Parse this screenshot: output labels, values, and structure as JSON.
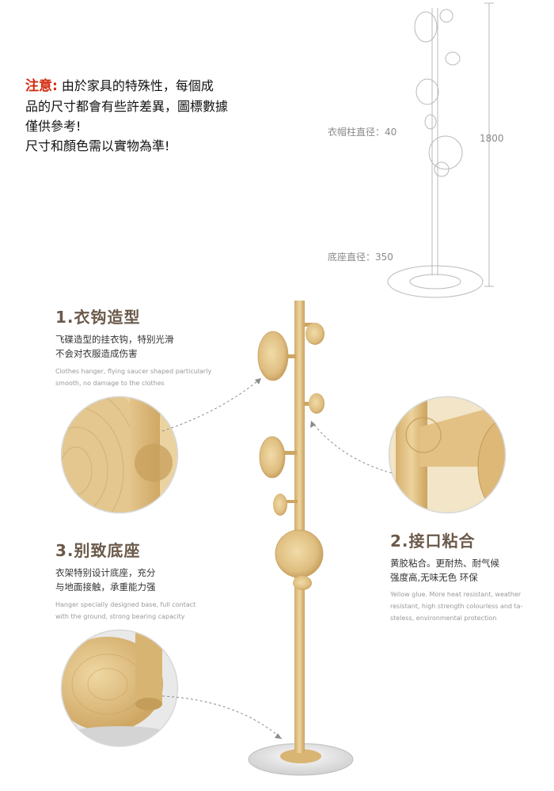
{
  "notice": {
    "lead": "注意:",
    "line1": "由於家具的特殊性，每個成",
    "line2": "品的尺寸都會有些許差異，圖標數據",
    "line3": "僅供參考!",
    "line4": "尺寸和顏色需以實物為準!"
  },
  "diagram": {
    "pole_diameter_label": "衣帽柱直径：40",
    "base_diameter_label": "底座直径：350",
    "height_label": "1800"
  },
  "features": [
    {
      "title": "1.衣钩造型",
      "cn_lines": [
        "飞碟造型的挂衣钩，特别光滑",
        "不会对衣服造成伤害"
      ],
      "en_lines": [
        "Clothes hanger, flying saucer shaped particularly",
        "smooth, no damage to the clothes"
      ]
    },
    {
      "title": "2.接口粘合",
      "cn_lines": [
        "黄胶粘合。更耐热、耐气候",
        "强度高,无味无色 环保"
      ],
      "en_lines": [
        "Yellow glue. More heat resistant, weather",
        "resistant, high  strength colourless and ta-",
        "steless, environmental protection"
      ]
    },
    {
      "title": "3.别致底座",
      "cn_lines": [
        "衣架特别设计底座，充分",
        "与地面接触，承重能力强"
      ],
      "en_lines": [
        "Hanger specially designed base, full contact",
        "with the ground, strong bearing capacity"
      ]
    }
  ],
  "colors": {
    "wood_light": "#e9cf97",
    "wood_mid": "#d9b574",
    "wood_dark": "#c19651",
    "accent_red": "#d42a10",
    "title_brown": "#6b5a4a"
  }
}
